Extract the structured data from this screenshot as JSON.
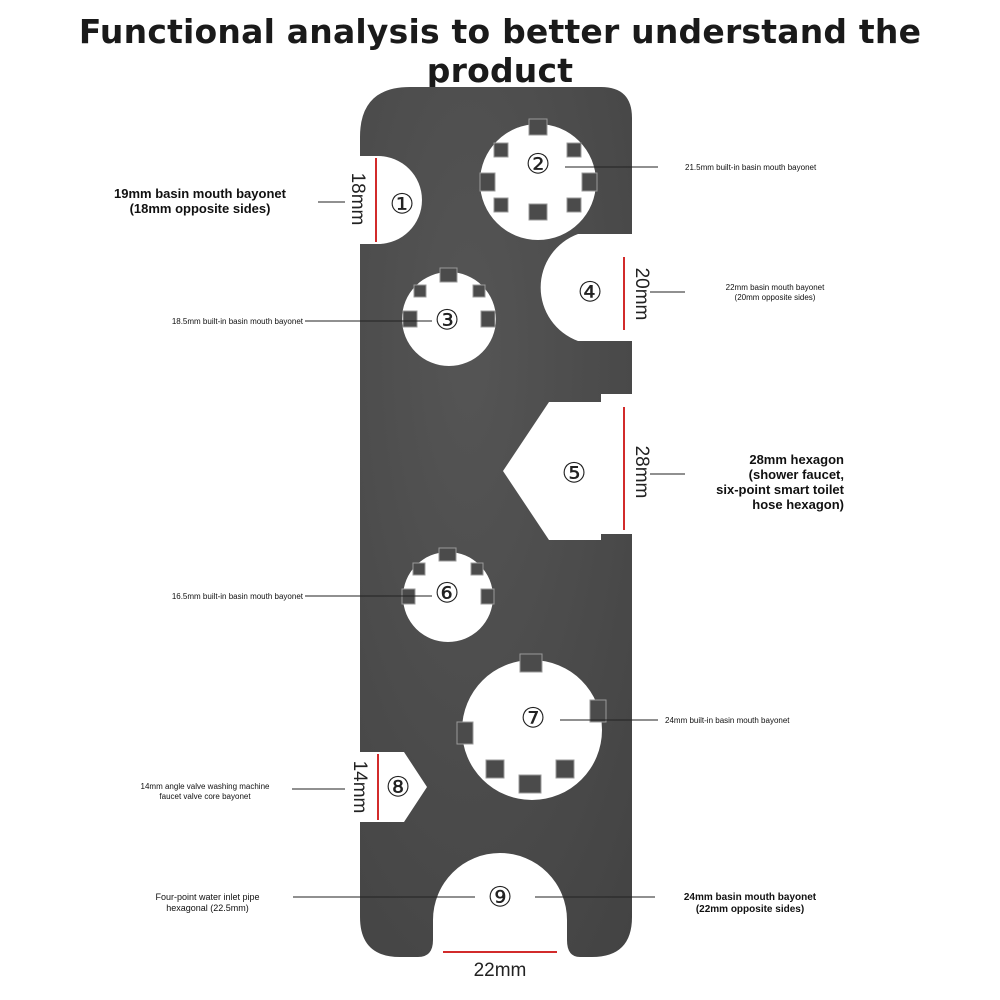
{
  "title": "Functional analysis to better understand the product",
  "colors": {
    "wrench": "#4b4b4b",
    "dimension_line": "#d22b2b",
    "leader_line": "#222222",
    "background": "#ffffff"
  },
  "markers": [
    "①",
    "②",
    "③",
    "④",
    "⑤",
    "⑥",
    "⑦",
    "⑧",
    "⑨"
  ],
  "dimensions": {
    "d18": "18mm",
    "d20": "20mm",
    "d28": "28mm",
    "d14": "14mm",
    "d22": "22mm"
  },
  "labels": {
    "l1": [
      "19mm basin mouth bayonet",
      "(18mm opposite sides)"
    ],
    "l2": [
      "21.5mm built-in basin mouth bayonet"
    ],
    "l3": [
      "18.5mm built-in basin mouth bayonet"
    ],
    "l4": [
      "22mm basin mouth bayonet",
      "(20mm opposite sides)"
    ],
    "l5": [
      "28mm hexagon",
      "(shower faucet,",
      "six-point smart toilet",
      "hose hexagon)"
    ],
    "l6": [
      "16.5mm built-in basin mouth bayonet"
    ],
    "l7": [
      "24mm built-in basin mouth bayonet"
    ],
    "l8": [
      "14mm angle valve washing machine",
      "faucet valve core bayonet"
    ],
    "l9a": [
      "Four-point water inlet pipe",
      "hexagonal (22.5mm)"
    ],
    "l9b": [
      "24mm basin mouth bayonet",
      "(22mm opposite sides)"
    ]
  }
}
